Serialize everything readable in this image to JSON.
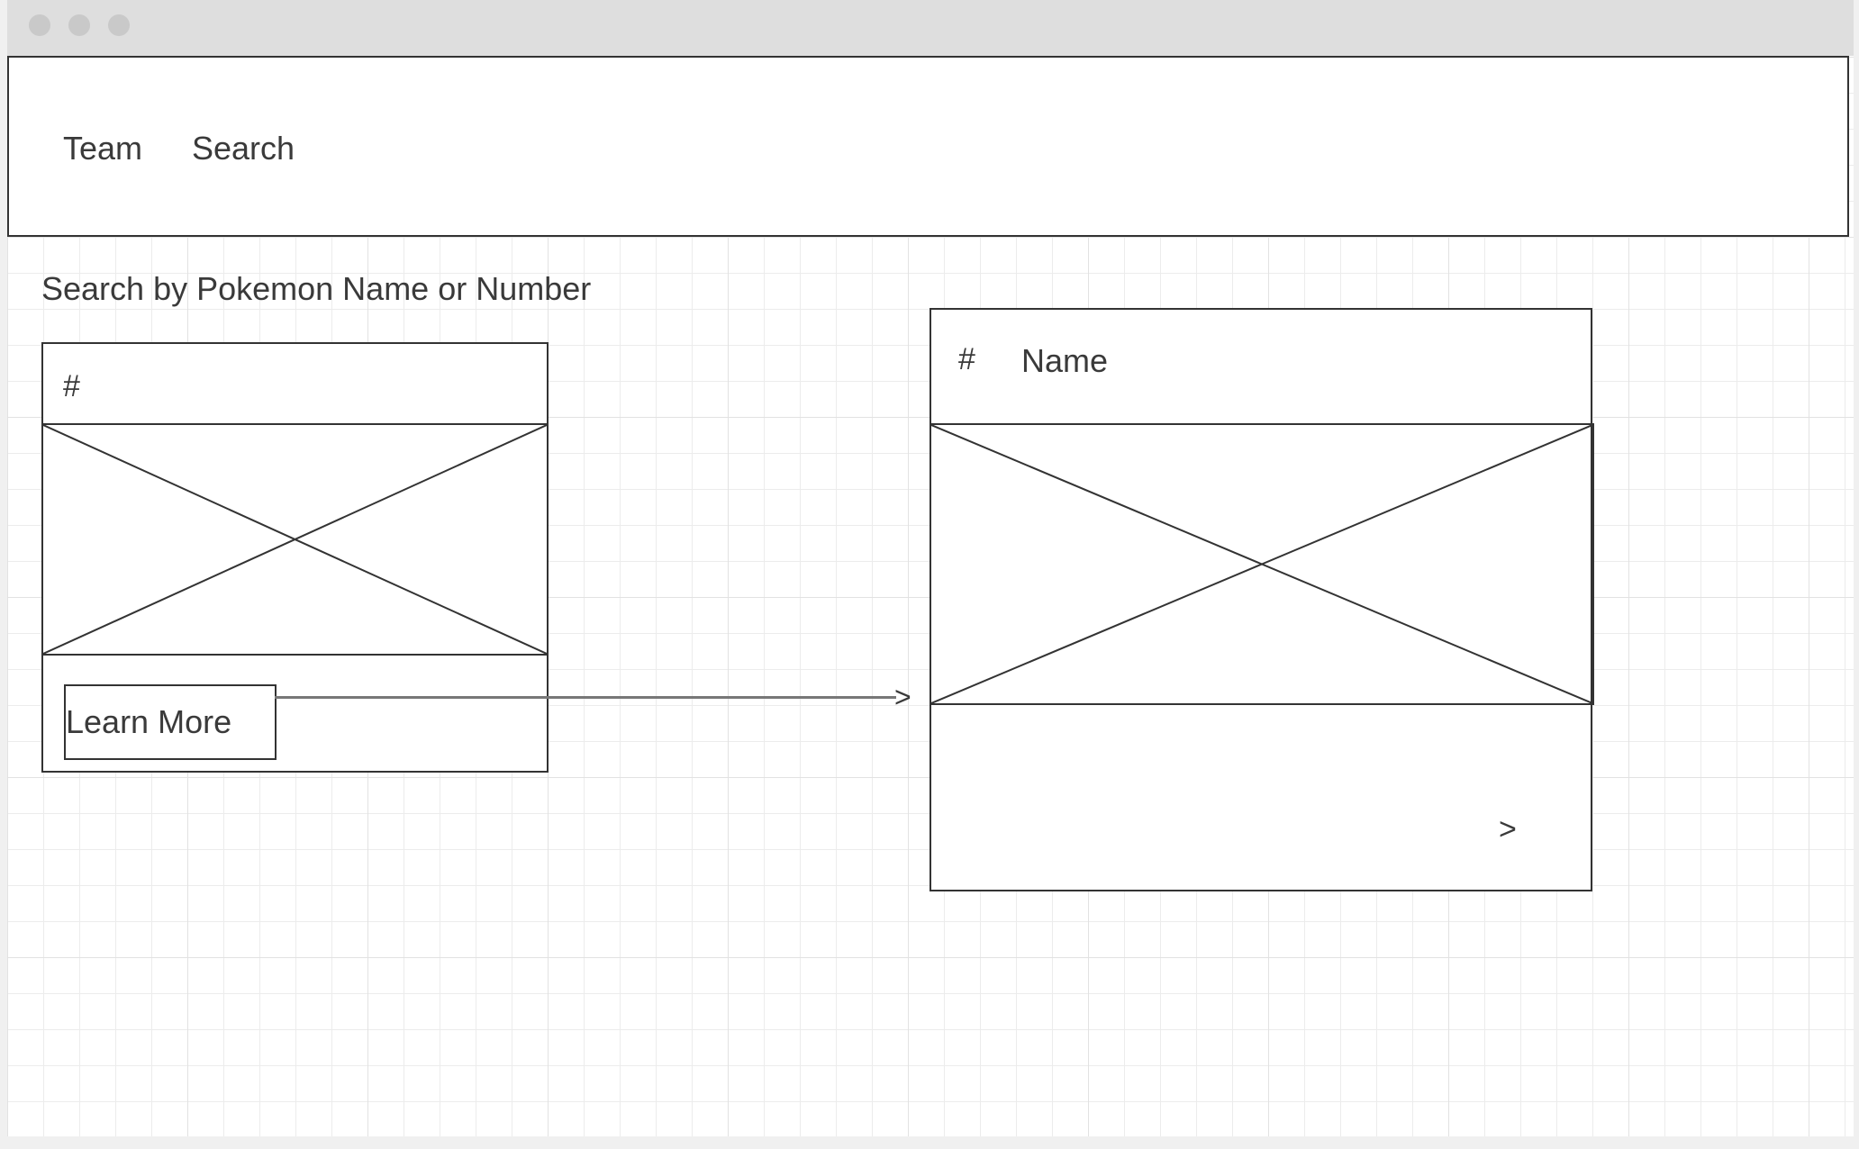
{
  "nav": {
    "items": [
      {
        "label": "Team"
      },
      {
        "label": "Search"
      }
    ]
  },
  "search": {
    "label": "Search by Pokemon Name or Number"
  },
  "result_card": {
    "number_label": "#",
    "button_label": "Learn More"
  },
  "detail_card": {
    "number_label": "#",
    "name_label": "Name",
    "next_label": ">"
  },
  "connector": {
    "arrow_label": ">"
  }
}
